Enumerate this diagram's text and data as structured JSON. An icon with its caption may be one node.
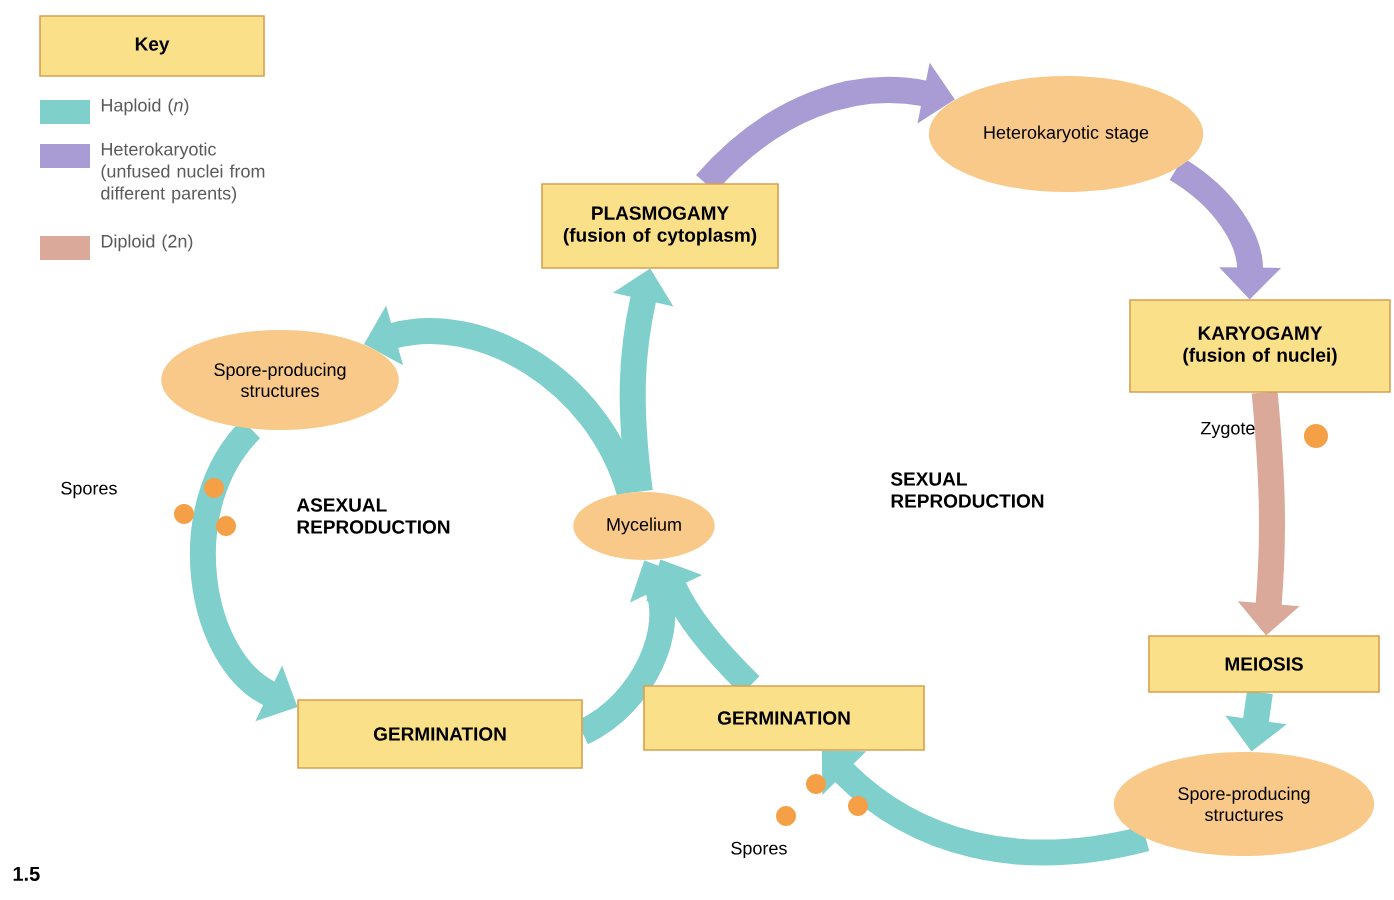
{
  "diagram": {
    "nodes": [
      {
        "text": [
          "Key"
        ]
      },
      {
        "text": [
          "Spore-producing structures"
        ]
      },
      {
        "text": [
          "Mycelium"
        ]
      },
      {
        "text": [
          "PLASMOGAMY",
          "(fusion of cytoplasm)"
        ]
      },
      {
        "text": [
          "Heterokaryotic stage"
        ]
      },
      {
        "text": [
          "KARYOGAMY",
          "(fusion of nuclei)"
        ]
      },
      {
        "text": [
          "MEIOSIS"
        ]
      },
      {
        "text": [
          "Spore-producing structures"
        ]
      },
      {
        "text": [
          "GERMINATION"
        ]
      },
      {
        "text": [
          "GERMINATION"
        ]
      }
    ],
    "edges": [
      {
        "from": 1,
        "to": 8,
        "arrow": "to"
      },
      {
        "from": 8,
        "to": 2,
        "arrow": "to"
      },
      {
        "from": 2,
        "to": 1,
        "arrow": "to"
      },
      {
        "from": 2,
        "to": 3,
        "arrow": "to"
      },
      {
        "from": 3,
        "to": 4,
        "arrow": "to",
        "color": "#a99bd3"
      },
      {
        "from": 4,
        "to": 5,
        "arrow": "to",
        "color": "#a99bd3"
      },
      {
        "from": 5,
        "to": 6,
        "arrow": "to",
        "color": "#dba99a"
      },
      {
        "from": 6,
        "to": 7,
        "arrow": "to"
      },
      {
        "from": 7,
        "to": 9,
        "arrow": "to"
      },
      {
        "from": 9,
        "to": 2,
        "arrow": "to"
      }
    ],
    "labels": [
      "Spores",
      "ASEXUAL REPRODUCTION",
      "SEXUAL REPRODUCTION",
      "Zygote",
      "Spores",
      "1.5"
    ],
    "legend": [
      {
        "text": "Haploid (*n*)",
        "color": "#7fcfcc"
      },
      {
        "text": "Heterokaryotic (unfused nuclei from different parents)",
        "color": "#a99bd3"
      },
      {
        "text": "Diploid (2n)",
        "color": "#dba99a"
      }
    ]
  }
}
